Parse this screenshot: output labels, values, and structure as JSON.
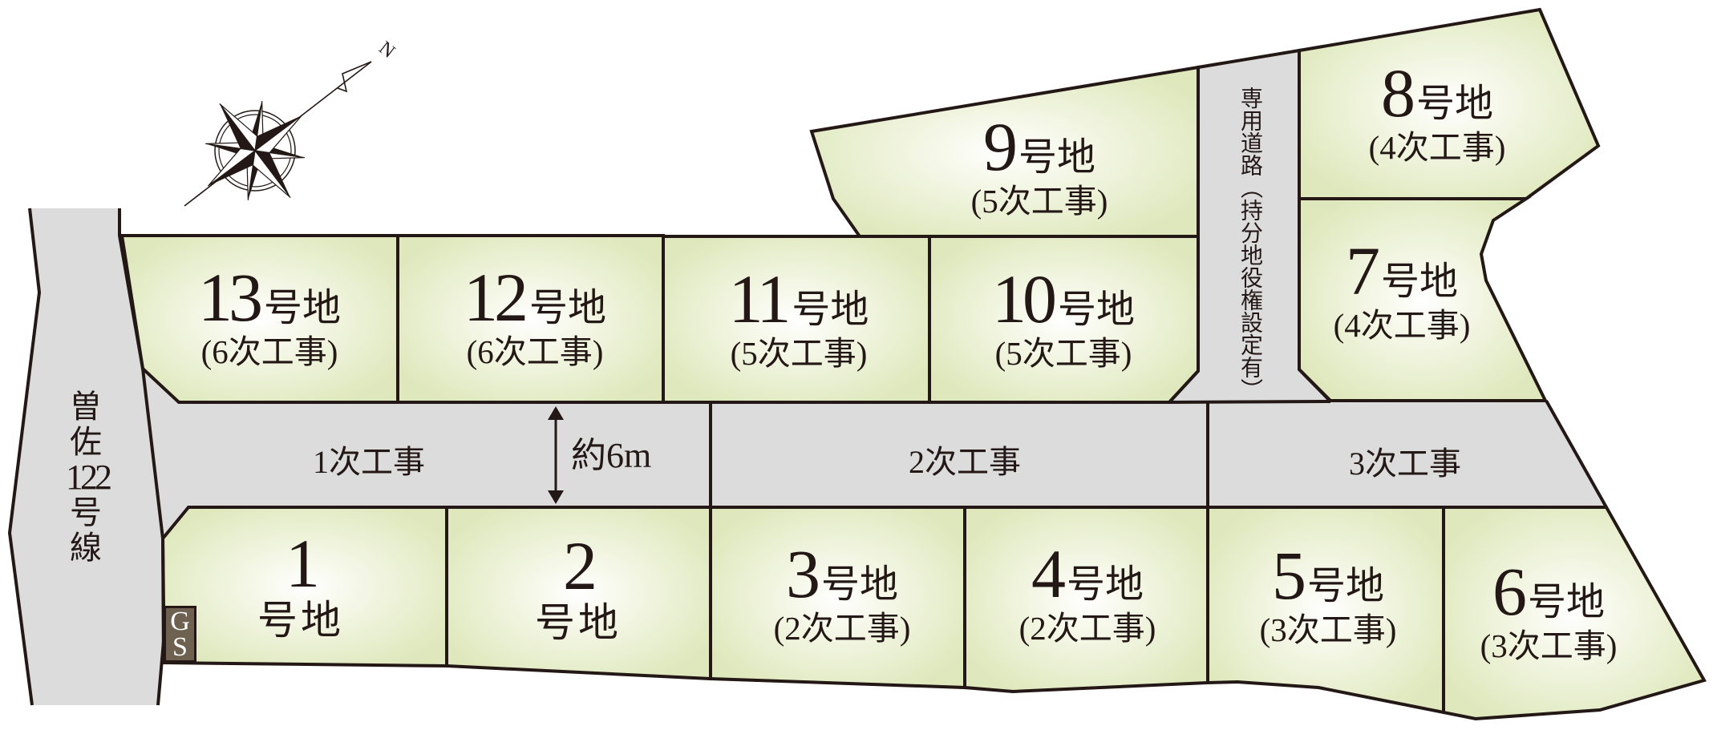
{
  "plan": {
    "compass": {
      "north_label": "N"
    },
    "prefectural_road": {
      "name_parts": [
        "曽",
        "佐",
        "122",
        "号",
        "線"
      ]
    },
    "private_road": {
      "label": "専用道路（持分地役権設定有）"
    },
    "main_road": {
      "width_label": "約6m",
      "sections": [
        {
          "label": "1次工事"
        },
        {
          "label": "2次工事"
        },
        {
          "label": "3次工事"
        }
      ]
    },
    "gas_station_box": {
      "letters": [
        "G",
        "S"
      ]
    },
    "lots": [
      {
        "number": "1",
        "suffix": "号地"
      },
      {
        "number": "2",
        "suffix": "号地"
      },
      {
        "number": "3",
        "suffix": "号地",
        "phase": "(2次工事)"
      },
      {
        "number": "4",
        "suffix": "号地",
        "phase": "(2次工事)"
      },
      {
        "number": "5",
        "suffix": "号地",
        "phase": "(3次工事)"
      },
      {
        "number": "6",
        "suffix": "号地",
        "phase": "(3次工事)"
      },
      {
        "number": "7",
        "suffix": "号地",
        "phase": "(4次工事)"
      },
      {
        "number": "8",
        "suffix": "号地",
        "phase": "(4次工事)"
      },
      {
        "number": "9",
        "suffix": "号地",
        "phase": "(5次工事)"
      },
      {
        "number": "10",
        "suffix": "号地",
        "phase": "(5次工事)"
      },
      {
        "number": "11",
        "suffix": "号地",
        "phase": "(5次工事)"
      },
      {
        "number": "12",
        "suffix": "号地",
        "phase": "(6次工事)"
      },
      {
        "number": "13",
        "suffix": "号地",
        "phase": "(6次工事)"
      }
    ]
  },
  "colors": {
    "lot_fill_center": "#fbfcf2",
    "lot_fill_edge": "#e0e8bf",
    "road": "#dcdcdd",
    "line": "#231815",
    "gs_box": "#6e6150",
    "background": "#ffffff"
  }
}
